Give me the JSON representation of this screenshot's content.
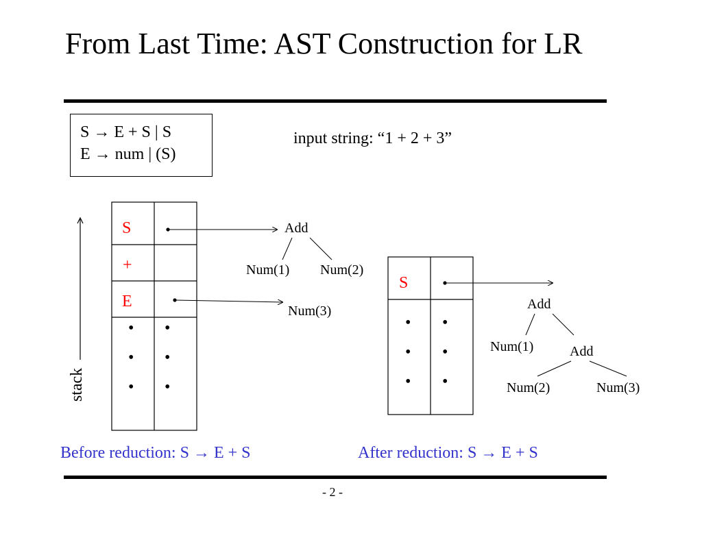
{
  "slide": {
    "title": "From Last Time: AST Construction for LR",
    "grammar": {
      "line1": "S → E + S | S",
      "line2": "E → num | (S)"
    },
    "input_string": "input string: “1 + 2 + 3”",
    "stack_label": "stack",
    "before": {
      "stack_symbols": [
        "S",
        "+",
        "E"
      ],
      "dots": "•",
      "tree_root": "Add",
      "tree_left": "Num(1)",
      "tree_right": "Num(2)",
      "e_node": "Num(3)",
      "caption": "Before reduction: S → E + S"
    },
    "after": {
      "stack_symbols": [
        "S"
      ],
      "tree_root": "Add",
      "tree_left": "Num(1)",
      "tree_inner": "Add",
      "tree_inner_left": "Num(2)",
      "tree_inner_right": "Num(3)",
      "caption": "After reduction: S → E + S"
    },
    "page_number": "- 2 -",
    "colors": {
      "stack_symbol": "#ff0000",
      "caption": "#3333cc"
    }
  }
}
